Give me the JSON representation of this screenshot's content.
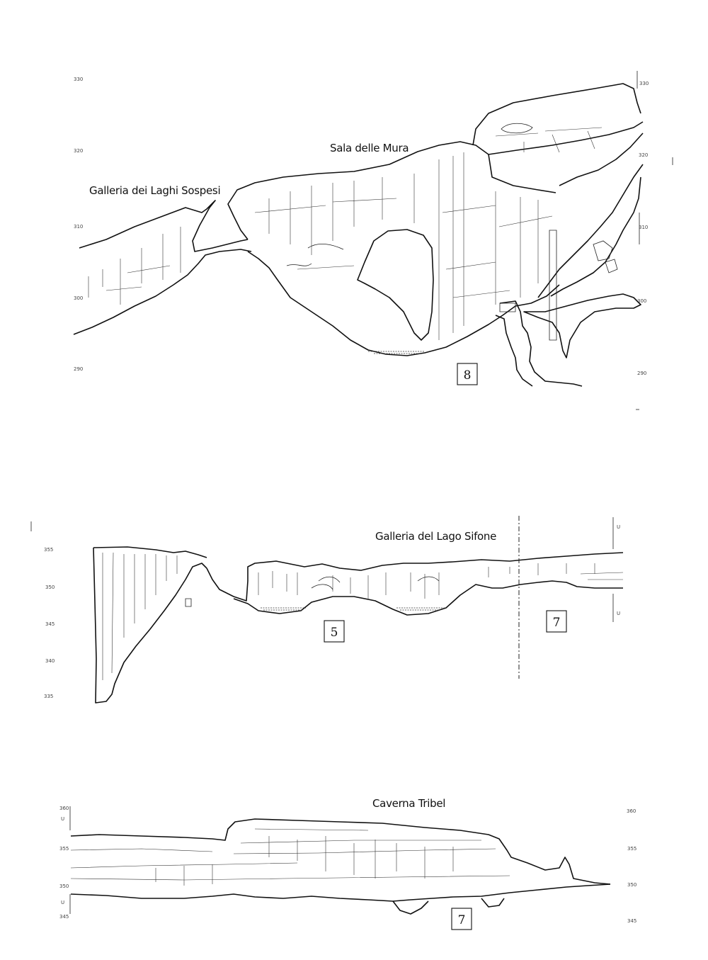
{
  "sections": [
    {
      "id": "top",
      "labels": {
        "gallery_left": "Galleria dei Laghi Sospesi",
        "hall": "Sala delle Mura"
      },
      "box_number": "8",
      "scale_left": [
        "330",
        "320",
        "310",
        "300",
        "290"
      ],
      "scale_right": [
        "330",
        "320",
        "310",
        "300",
        "290"
      ]
    },
    {
      "id": "middle",
      "labels": {
        "gallery": "Galleria del Lago Sifone"
      },
      "box_numbers": [
        "5",
        "7"
      ],
      "scale_left": [
        "355",
        "350",
        "345",
        "340",
        "335"
      ],
      "section_marks": [
        "U",
        "U"
      ]
    },
    {
      "id": "bottom",
      "labels": {
        "cavern": "Caverna Tribel"
      },
      "box_number": "7",
      "scale_left": [
        "360",
        "355",
        "350",
        "345"
      ],
      "scale_right": [
        "360",
        "355",
        "350",
        "345"
      ],
      "section_marks": [
        "U",
        "U"
      ]
    }
  ]
}
